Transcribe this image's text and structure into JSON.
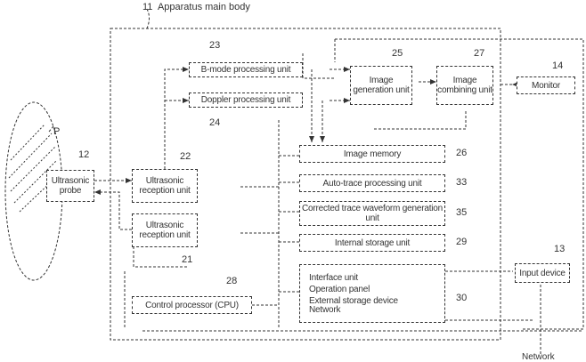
{
  "title": {
    "number": "11",
    "label": "Apparatus main body"
  },
  "subject": {
    "label": "P"
  },
  "blocks": {
    "probe": {
      "number": "12",
      "label": "Ultrasonic probe"
    },
    "reception_top": {
      "number": "22",
      "label": "Ultrasonic reception unit"
    },
    "reception_bottom": {
      "number": "21",
      "label": "Ultrasonic reception unit"
    },
    "bmode": {
      "number": "23",
      "label": "B-mode processing unit"
    },
    "doppler": {
      "number": "24",
      "label": "Doppler processing unit"
    },
    "image_gen": {
      "number": "25",
      "label": "Image generation unit"
    },
    "image_comb": {
      "number": "27",
      "label": "Image combining unit"
    },
    "monitor": {
      "number": "14",
      "label": "Monitor"
    },
    "image_memory": {
      "number": "26",
      "label": "Image memory"
    },
    "autotrace": {
      "number": "33",
      "label": "Auto-trace processing unit"
    },
    "corrected": {
      "number": "35",
      "label": "Corrected trace waveform generation unit"
    },
    "internal_storage": {
      "number": "29",
      "label": "Internal storage unit"
    },
    "interface": {
      "number": "30",
      "lines": [
        "Interface unit",
        "Operation panel",
        "External storage device",
        "Network"
      ]
    },
    "control": {
      "number": "28",
      "label": "Control processor (CPU)"
    },
    "input": {
      "number": "13",
      "label": "Input device"
    }
  },
  "network_label": "Network"
}
